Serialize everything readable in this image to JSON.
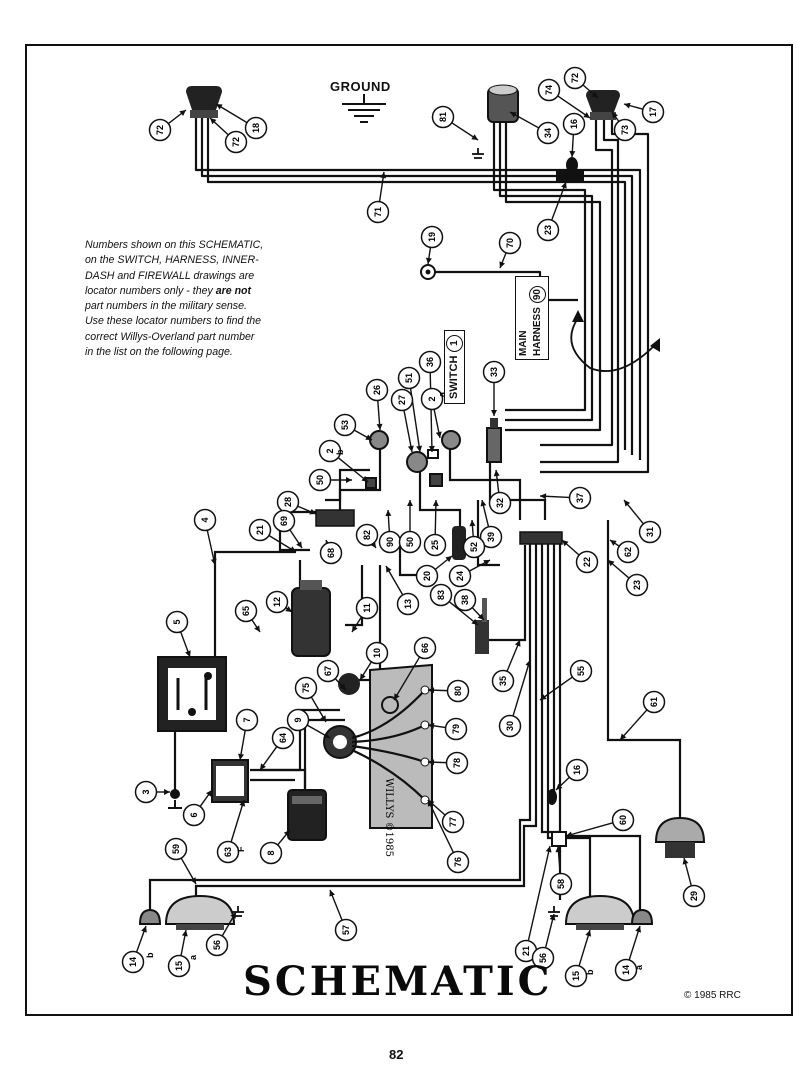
{
  "ground_label": "GROUND",
  "note": {
    "line1": "Numbers shown on this SCHEMATIC,",
    "line2": "on the SWITCH, HARNESS, INNER-",
    "line3": "DASH and FIREWALL drawings are",
    "line4a": "locator numbers only - they ",
    "line4b": "are not",
    "line5": "part numbers in the military sense.",
    "line6": "Use these locator numbers to find the",
    "line7": "correct Willys-Overland part number",
    "line8": "in the list on the following page."
  },
  "switch_label": "SWITCH",
  "switch_num": "1",
  "harness_label": "MAIN HARNESS",
  "harness_num": "90",
  "title": "SCHEMATIC",
  "copyright": "© 1985 RRC",
  "page_number": "82",
  "willys_plate_text": "WILLYS ©1985",
  "callouts": [
    {
      "id": "c72a",
      "text": "72"
    },
    {
      "id": "c72b",
      "text": "72"
    },
    {
      "id": "c18",
      "text": "18"
    },
    {
      "id": "c81",
      "text": "81"
    },
    {
      "id": "c34",
      "text": "34"
    },
    {
      "id": "c74",
      "text": "74"
    },
    {
      "id": "c72c",
      "text": "72"
    },
    {
      "id": "c16a",
      "text": "16"
    },
    {
      "id": "c73",
      "text": "73"
    },
    {
      "id": "c17",
      "text": "17"
    },
    {
      "id": "c71",
      "text": "71"
    },
    {
      "id": "c23a",
      "text": "23"
    },
    {
      "id": "c19",
      "text": "19"
    },
    {
      "id": "c70",
      "text": "70"
    },
    {
      "id": "c36",
      "text": "36"
    },
    {
      "id": "c51",
      "text": "51"
    },
    {
      "id": "c2a",
      "text": "2"
    },
    {
      "id": "c27",
      "text": "27"
    },
    {
      "id": "c26",
      "text": "26"
    },
    {
      "id": "c33",
      "text": "33"
    },
    {
      "id": "c53",
      "text": "53"
    },
    {
      "id": "c2b",
      "text": "2"
    },
    {
      "id": "c50a",
      "text": "50"
    },
    {
      "id": "c28",
      "text": "28"
    },
    {
      "id": "c4",
      "text": "4"
    },
    {
      "id": "c21a",
      "text": "21"
    },
    {
      "id": "c69",
      "text": "69"
    },
    {
      "id": "c68",
      "text": "68"
    },
    {
      "id": "c82",
      "text": "82"
    },
    {
      "id": "c90",
      "text": "90"
    },
    {
      "id": "c50b",
      "text": "50"
    },
    {
      "id": "c25",
      "text": "25"
    },
    {
      "id": "c39",
      "text": "39"
    },
    {
      "id": "c52",
      "text": "52"
    },
    {
      "id": "c32",
      "text": "32"
    },
    {
      "id": "c37",
      "text": "37"
    },
    {
      "id": "c31",
      "text": "31"
    },
    {
      "id": "c62",
      "text": "62"
    },
    {
      "id": "c23b",
      "text": "23"
    },
    {
      "id": "c22",
      "text": "22"
    },
    {
      "id": "c20",
      "text": "20"
    },
    {
      "id": "c24",
      "text": "24"
    },
    {
      "id": "c13",
      "text": "13"
    },
    {
      "id": "c12",
      "text": "12"
    },
    {
      "id": "c11",
      "text": "11"
    },
    {
      "id": "c65",
      "text": "65"
    },
    {
      "id": "c5",
      "text": "5"
    },
    {
      "id": "c83",
      "text": "83"
    },
    {
      "id": "c38",
      "text": "38"
    },
    {
      "id": "c66",
      "text": "66"
    },
    {
      "id": "c10",
      "text": "10"
    },
    {
      "id": "c67",
      "text": "67"
    },
    {
      "id": "c75",
      "text": "75"
    },
    {
      "id": "c35",
      "text": "35"
    },
    {
      "id": "c30",
      "text": "30"
    },
    {
      "id": "c55",
      "text": "55"
    },
    {
      "id": "c80",
      "text": "80"
    },
    {
      "id": "c79",
      "text": "79"
    },
    {
      "id": "c78",
      "text": "78"
    },
    {
      "id": "c77",
      "text": "77"
    },
    {
      "id": "c76",
      "text": "76"
    },
    {
      "id": "c9",
      "text": "9"
    },
    {
      "id": "c7",
      "text": "7"
    },
    {
      "id": "c64",
      "text": "64"
    },
    {
      "id": "c3",
      "text": "3"
    },
    {
      "id": "c6",
      "text": "6"
    },
    {
      "id": "c63",
      "text": "63"
    },
    {
      "id": "c8",
      "text": "8"
    },
    {
      "id": "c61",
      "text": "61"
    },
    {
      "id": "c16b",
      "text": "16"
    },
    {
      "id": "c60",
      "text": "60"
    },
    {
      "id": "c29",
      "text": "29"
    },
    {
      "id": "c59",
      "text": "59"
    },
    {
      "id": "c58",
      "text": "58"
    },
    {
      "id": "c57",
      "text": "57"
    },
    {
      "id": "c21b",
      "text": "21"
    },
    {
      "id": "c56a",
      "text": "56"
    },
    {
      "id": "c56b",
      "text": "56"
    },
    {
      "id": "c14a",
      "text": "14"
    },
    {
      "id": "c15a",
      "text": "15"
    },
    {
      "id": "c15b",
      "text": "15"
    },
    {
      "id": "c14b",
      "text": "14"
    }
  ],
  "letters": [
    {
      "id": "l14b",
      "text": "b"
    },
    {
      "id": "l15a",
      "text": "a"
    },
    {
      "id": "l15b",
      "text": "b"
    },
    {
      "id": "l14a",
      "text": "a"
    },
    {
      "id": "l2a",
      "text": "a"
    },
    {
      "id": "l2b",
      "text": "b"
    },
    {
      "id": "l63",
      "text": "F"
    }
  ]
}
